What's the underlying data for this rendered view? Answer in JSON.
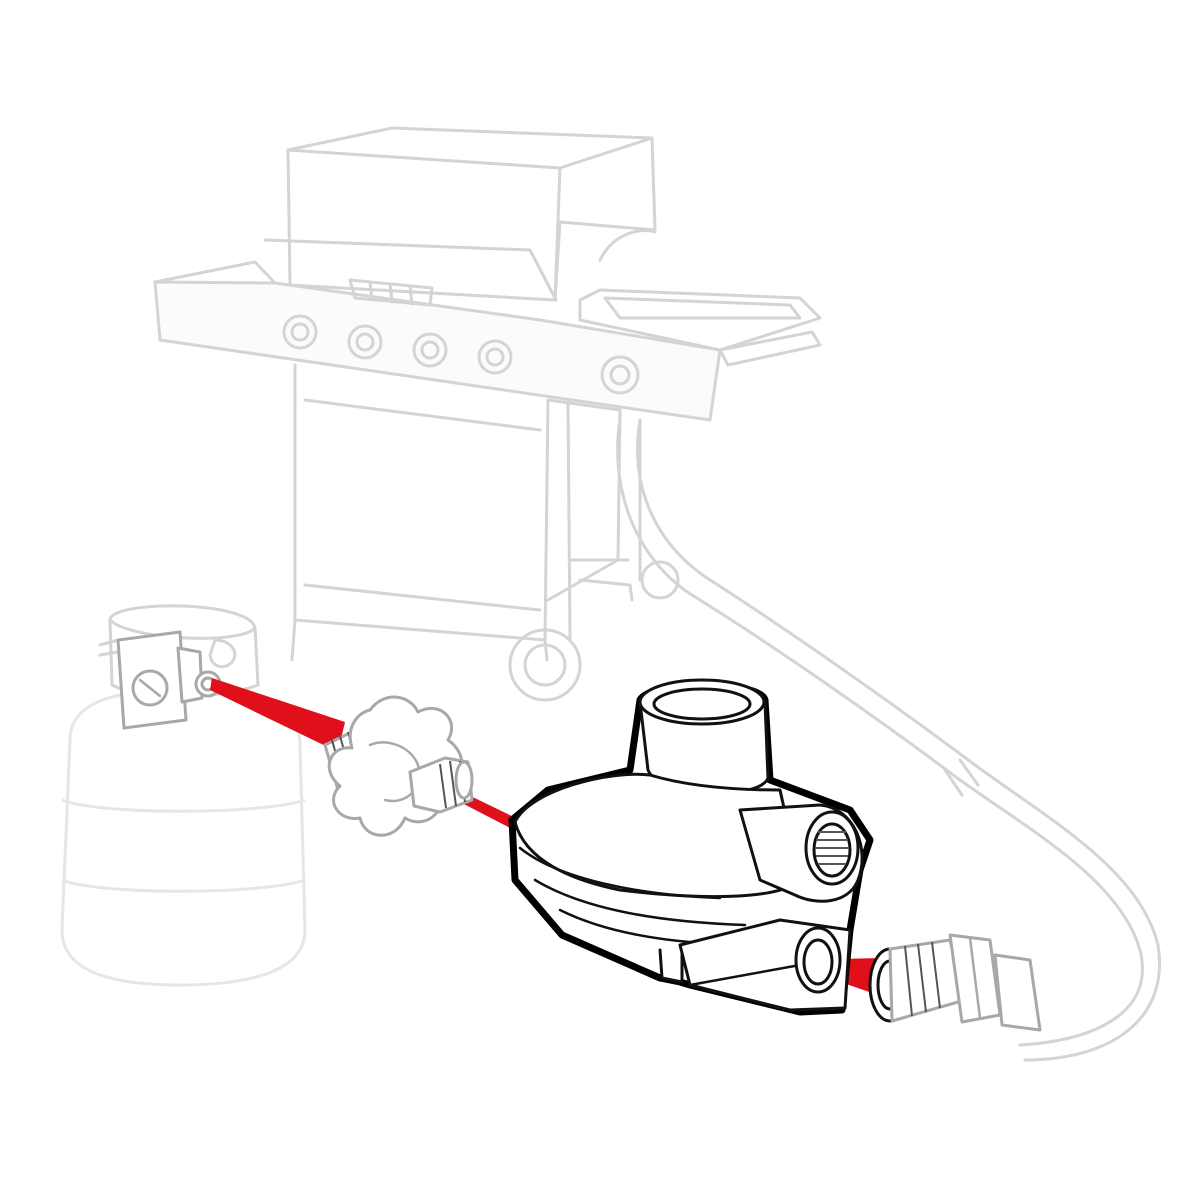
{
  "colors": {
    "background": "#ffffff",
    "ghost_stroke": "#d4d4d4",
    "mid_stroke": "#a8a8a8",
    "highlight_stroke": "#111111",
    "connection_beam": "#e0101a"
  },
  "parts": [
    {
      "name": "grill-icon",
      "state": "faded"
    },
    {
      "name": "propane-tank-icon",
      "state": "faded"
    },
    {
      "name": "tank-valve-icon",
      "state": "faded"
    },
    {
      "name": "acme-coupling-nut-icon",
      "state": "partial"
    },
    {
      "name": "pressure-regulator-icon",
      "state": "highlighted"
    },
    {
      "name": "hose-fitting-icon",
      "state": "partial"
    },
    {
      "name": "gas-hose-icon",
      "state": "faded"
    }
  ],
  "connections": [
    {
      "from": "tank-valve-icon",
      "to": "acme-coupling-nut-icon"
    },
    {
      "from": "acme-coupling-nut-icon",
      "to": "pressure-regulator-icon"
    },
    {
      "from": "pressure-regulator-icon",
      "to": "hose-fitting-icon"
    }
  ]
}
